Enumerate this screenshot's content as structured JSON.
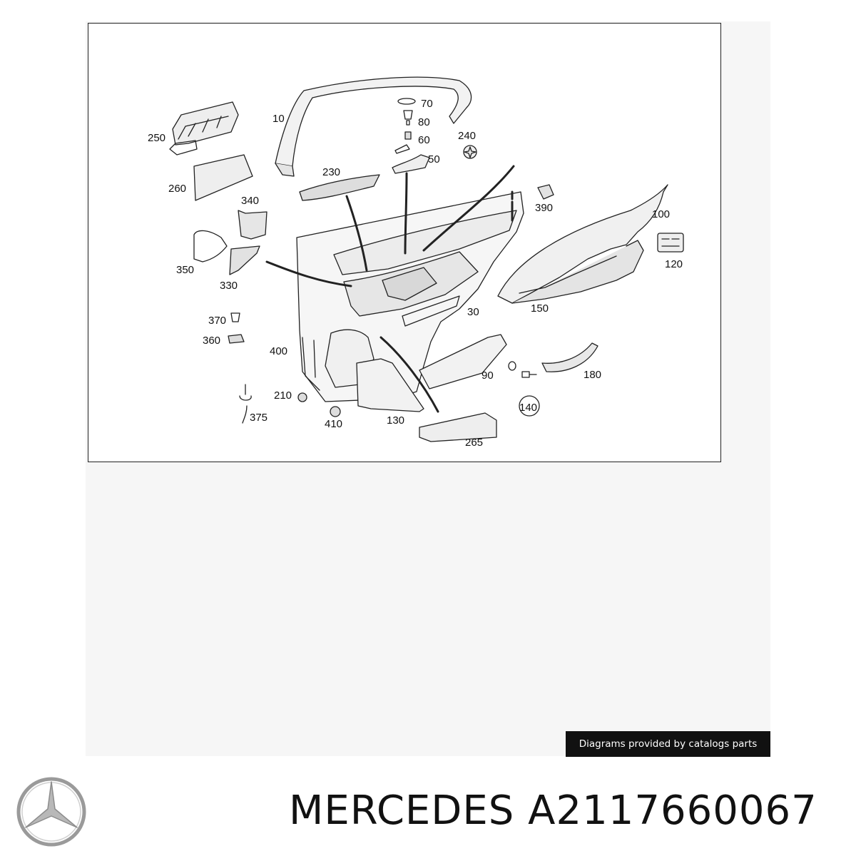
{
  "diagram": {
    "callouts": [
      {
        "id": "10",
        "label": "10"
      },
      {
        "id": "70",
        "label": "70"
      },
      {
        "id": "80",
        "label": "80"
      },
      {
        "id": "60",
        "label": "60"
      },
      {
        "id": "50",
        "label": "50"
      },
      {
        "id": "240",
        "label": "240"
      },
      {
        "id": "250",
        "label": "250"
      },
      {
        "id": "230",
        "label": "230"
      },
      {
        "id": "260",
        "label": "260"
      },
      {
        "id": "340",
        "label": "340"
      },
      {
        "id": "390",
        "label": "390"
      },
      {
        "id": "100",
        "label": "100"
      },
      {
        "id": "120",
        "label": "120"
      },
      {
        "id": "350",
        "label": "350"
      },
      {
        "id": "330",
        "label": "330"
      },
      {
        "id": "150",
        "label": "150"
      },
      {
        "id": "30",
        "label": "30"
      },
      {
        "id": "370",
        "label": "370"
      },
      {
        "id": "360",
        "label": "360"
      },
      {
        "id": "400",
        "label": "400"
      },
      {
        "id": "90",
        "label": "90"
      },
      {
        "id": "180",
        "label": "180"
      },
      {
        "id": "210",
        "label": "210"
      },
      {
        "id": "140",
        "label": "140"
      },
      {
        "id": "375",
        "label": "375"
      },
      {
        "id": "410",
        "label": "410"
      },
      {
        "id": "130",
        "label": "130"
      },
      {
        "id": "265",
        "label": "265"
      }
    ]
  },
  "footer": {
    "credit_text": "Diagrams provided by catalogs parts",
    "brand": "MERCEDES",
    "part_number": "A2117660067",
    "caption": "MERCEDES A2117660067",
    "logo_icon": "mercedes-star-icon"
  }
}
